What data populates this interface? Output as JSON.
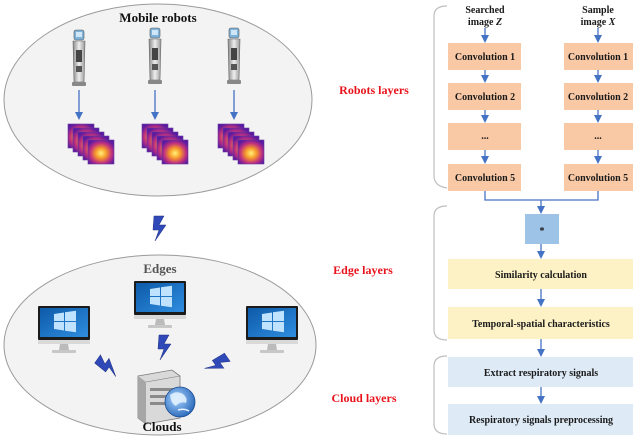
{
  "groups": {
    "mobile_robots": "Mobile robots",
    "edges": "Edges",
    "clouds": "Clouds"
  },
  "layers": {
    "robots": "Robots layers",
    "edge": "Edge layers",
    "cloud": "Cloud layers"
  },
  "pipeline": {
    "searched_line1": "Searched",
    "searched_line2_prefix": "image ",
    "searched_var": "Z",
    "sample_line1": "Sample",
    "sample_line2_prefix": "image ",
    "sample_var": "X",
    "conv1": "Convolution 1",
    "conv2": "Convolution 2",
    "ellipsis": "...",
    "conv5": "Convolution 5",
    "correlation_symbol": "*",
    "similarity": "Similarity calculation",
    "temporal": "Temporal-spatial characteristics",
    "extract": "Extract respiratory signals",
    "preprocess": "Respiratory signals preprocessing"
  },
  "colors": {
    "conv_box": "#f9c9a6",
    "corr_box": "#9dc3e6",
    "edge_box": "#fdf2c6",
    "cloud_box": "#deebf7",
    "arrow": "#4472c4",
    "layer_text": "#e8141c",
    "lightning": "#3049b8"
  },
  "icons": {
    "robot": "robot-icon",
    "thermal_stack": "thermal-frames-icon",
    "monitor": "monitor-icon",
    "server": "server-icon",
    "globe": "globe-icon",
    "lightning": "lightning-icon"
  }
}
